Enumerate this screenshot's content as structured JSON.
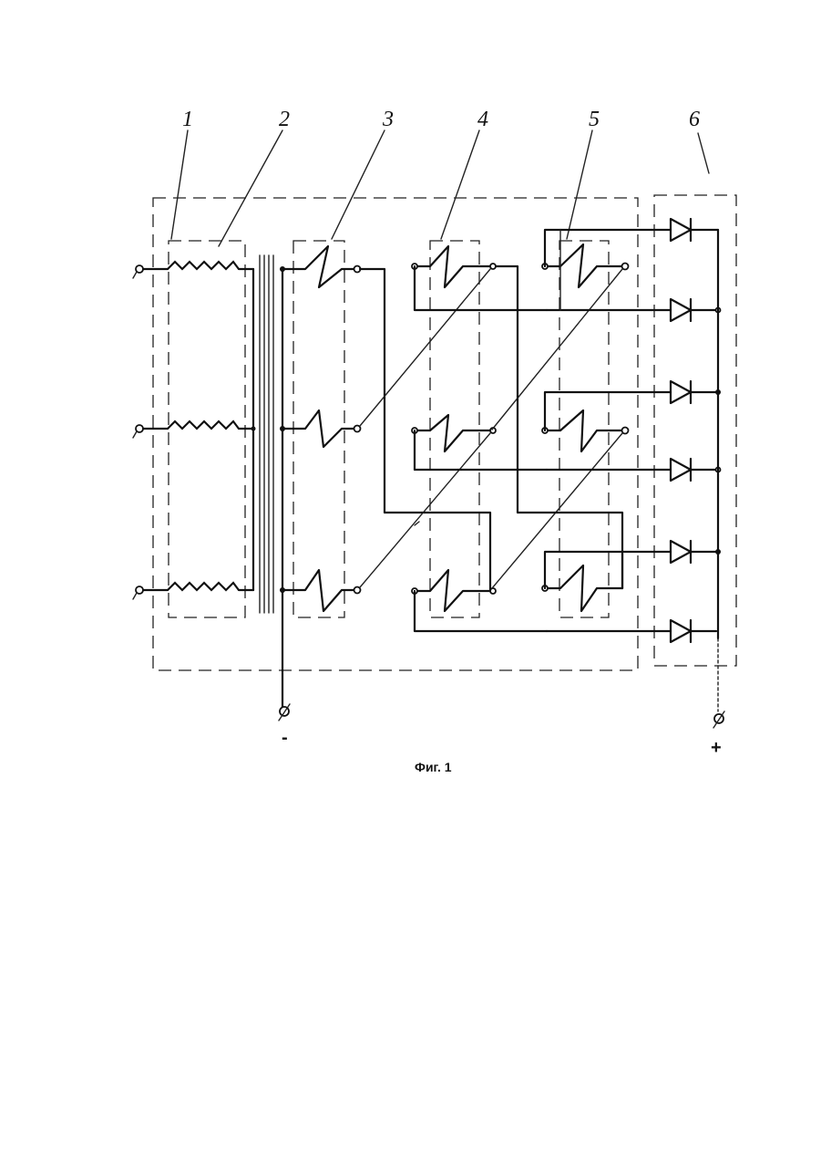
{
  "figure": {
    "caption": "Фиг. 1",
    "callouts": [
      "1",
      "2",
      "3",
      "4",
      "5",
      "6"
    ],
    "minus_label": "-",
    "plus_label": "+"
  }
}
